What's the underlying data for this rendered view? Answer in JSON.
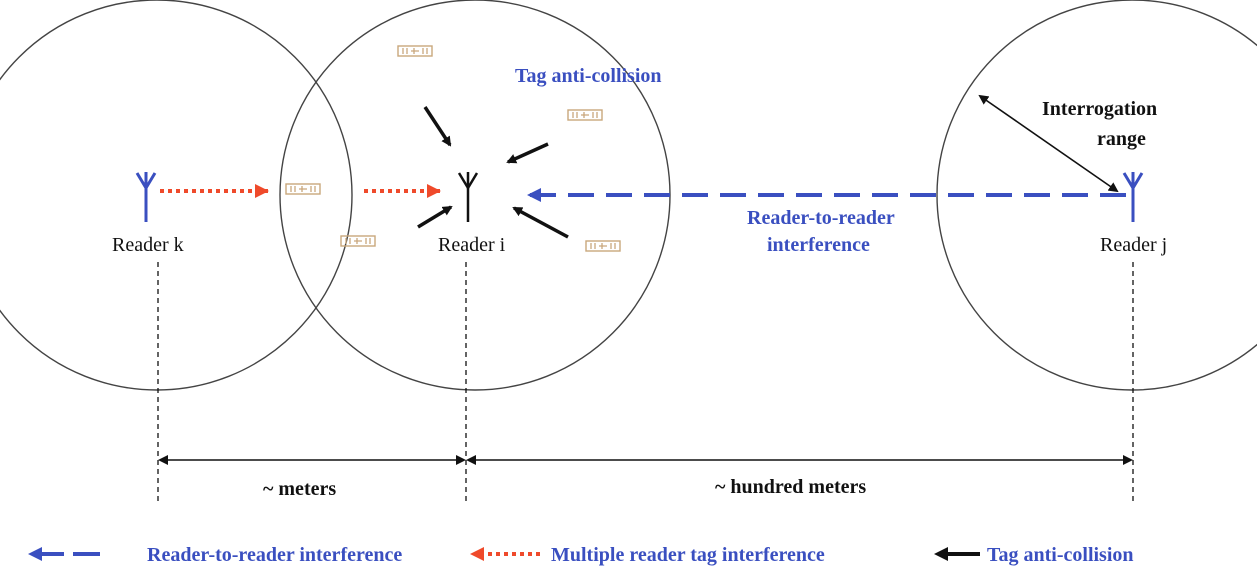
{
  "labels": {
    "tag_anti_collision": "Tag anti-collision",
    "interrogation_range_line1": "Interrogation",
    "interrogation_range_line2": "range",
    "reader_to_reader_line1": "Reader-to-reader",
    "reader_to_reader_line2": "interference"
  },
  "readers": {
    "k": "Reader k",
    "i": "Reader i",
    "j": "Reader j"
  },
  "distances": {
    "short": "~ meters",
    "long": "~  hundred meters"
  },
  "legend": {
    "reader_to_reader": "Reader-to-reader interference",
    "multiple_reader_tag": "Multiple reader tag interference",
    "tag_anti_collision": "Tag anti-collision"
  },
  "colors": {
    "blue": "#3a4fc0",
    "red": "#ef4a2b",
    "tag": "#c9a77c",
    "black": "#111111",
    "circle": "#444444"
  }
}
